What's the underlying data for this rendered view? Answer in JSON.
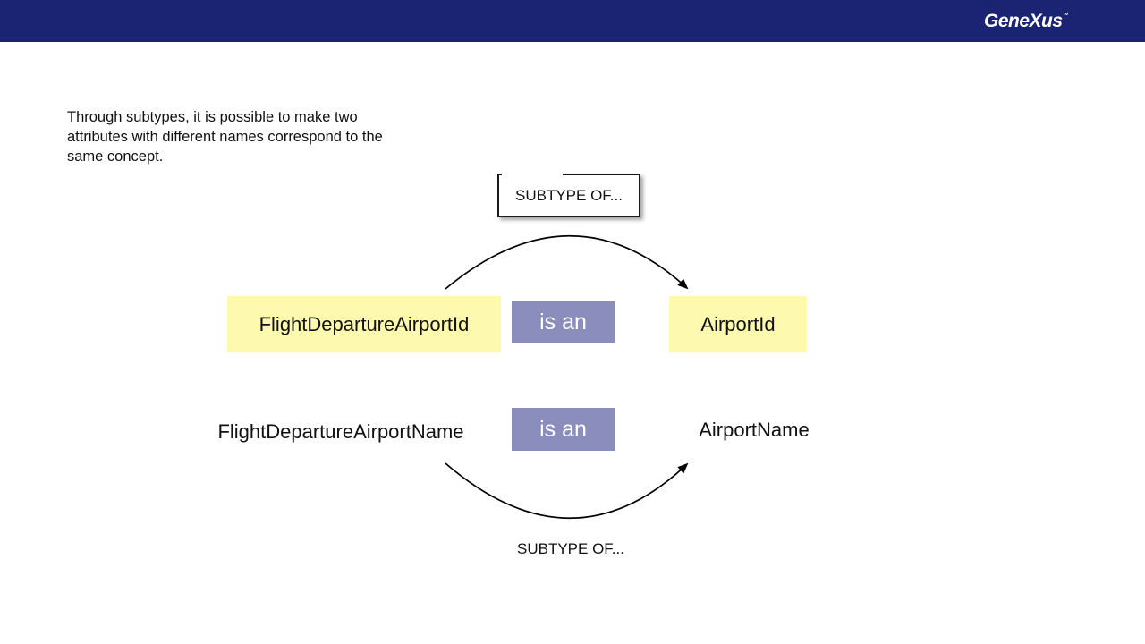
{
  "header": {
    "brand": "GeneXus",
    "brand_mark": "™"
  },
  "intro_text": "Through subtypes, it is possible to make two attributes with different names correspond to the same concept.",
  "diagram": {
    "subtype_label_top": "SUBTYPE OF...",
    "subtype_label_bottom": "SUBTYPE OF...",
    "row1": {
      "left": "FlightDepartureAirportId",
      "relation": "is an",
      "right": "AirportId"
    },
    "row2": {
      "left": "FlightDepartureAirportName",
      "relation": "is an",
      "right": "AirportName"
    }
  },
  "colors": {
    "header": "#1b2472",
    "highlight": "#fdfab0",
    "relation_box": "#8b8dbd"
  }
}
